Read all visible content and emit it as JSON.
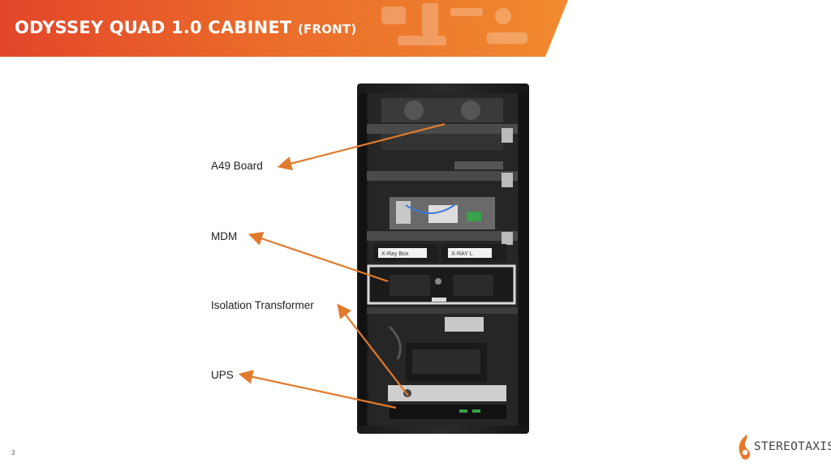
{
  "slide": {
    "title_main": "ODYSSEY QUAD 1.0 CABINET",
    "title_suffix": "(FRONT)",
    "page_number": "3"
  },
  "labels": {
    "a49": "A49 Board",
    "mdm": "MDM",
    "iso": "Isolation Transformer",
    "ups": "UPS"
  },
  "photo_labels": {
    "xray_box": "X-Ray Box",
    "xray_l": "X-RAY L"
  },
  "logo": {
    "text": "STEREOTAXIS"
  },
  "colors": {
    "header_orange": "#e4572e",
    "arrow": "#e07b2c",
    "title_text": "#ffffff"
  }
}
